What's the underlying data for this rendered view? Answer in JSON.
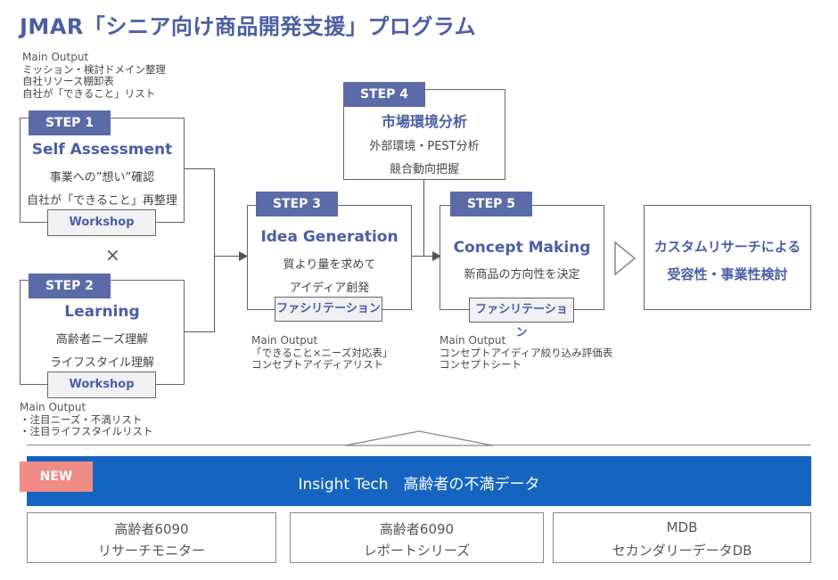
{
  "title": "JMAR「シニア向け商品開発支援」プログラム",
  "step1": {
    "label": "STEP 1",
    "title": "Self Assessment",
    "lines": [
      "事業への”想い”確認",
      "自社が「できること」再整理"
    ],
    "pill": "Workshop",
    "output_head": "Main Output",
    "outputs": [
      "ミッション・検討ドメイン整理",
      "自社リソース棚卸表",
      "自社が「できること」リスト"
    ]
  },
  "cross": "×",
  "step2": {
    "label": "STEP 2",
    "title": "Learning",
    "lines": [
      "高齢者ニーズ理解",
      "ライフスタイル理解"
    ],
    "pill": "Workshop",
    "output_head": "Main Output",
    "outputs": [
      "・注目ニーズ・不満リスト",
      "・注目ライフスタイルリスト"
    ]
  },
  "step3": {
    "label": "STEP 3",
    "title": "Idea Generation",
    "lines": [
      "質より量を求めて",
      "アイディア創発"
    ],
    "pill": "ファシリテーション",
    "output_head": "Main Output",
    "outputs": [
      "「できること×ニーズ対応表」",
      "コンセプトアイディアリスト"
    ]
  },
  "step4": {
    "label": "STEP 4",
    "title": "市場環境分析",
    "lines": [
      "外部環境・PEST分析",
      "競合動向把握"
    ]
  },
  "step5": {
    "label": "STEP 5",
    "title": "Concept Making",
    "lines": [
      "新商品の方向性を決定"
    ],
    "pill": "ファシリテーション",
    "output_head": "Main Output",
    "outputs": [
      "コンセプトアイディア絞り込み評価表",
      "コンセプトシート"
    ]
  },
  "final": {
    "lines": [
      "カスタムリサーチによる",
      "受容性・事業性検討"
    ]
  },
  "banner": {
    "badge": "NEW",
    "text": "Insight Tech　高齢者の不満データ"
  },
  "data_sources": [
    {
      "l1": "高齢者6090",
      "l2": "リサーチモニター"
    },
    {
      "l1": "高齢者6090",
      "l2": "レポートシリーズ"
    },
    {
      "l1": "MDB",
      "l2": "セカンダリーデータDB"
    }
  ],
  "colors": {
    "accent": "#4a5fa3",
    "step_label": "#5b6ba8",
    "banner": "#1565c0",
    "badge": "#f08c85"
  }
}
